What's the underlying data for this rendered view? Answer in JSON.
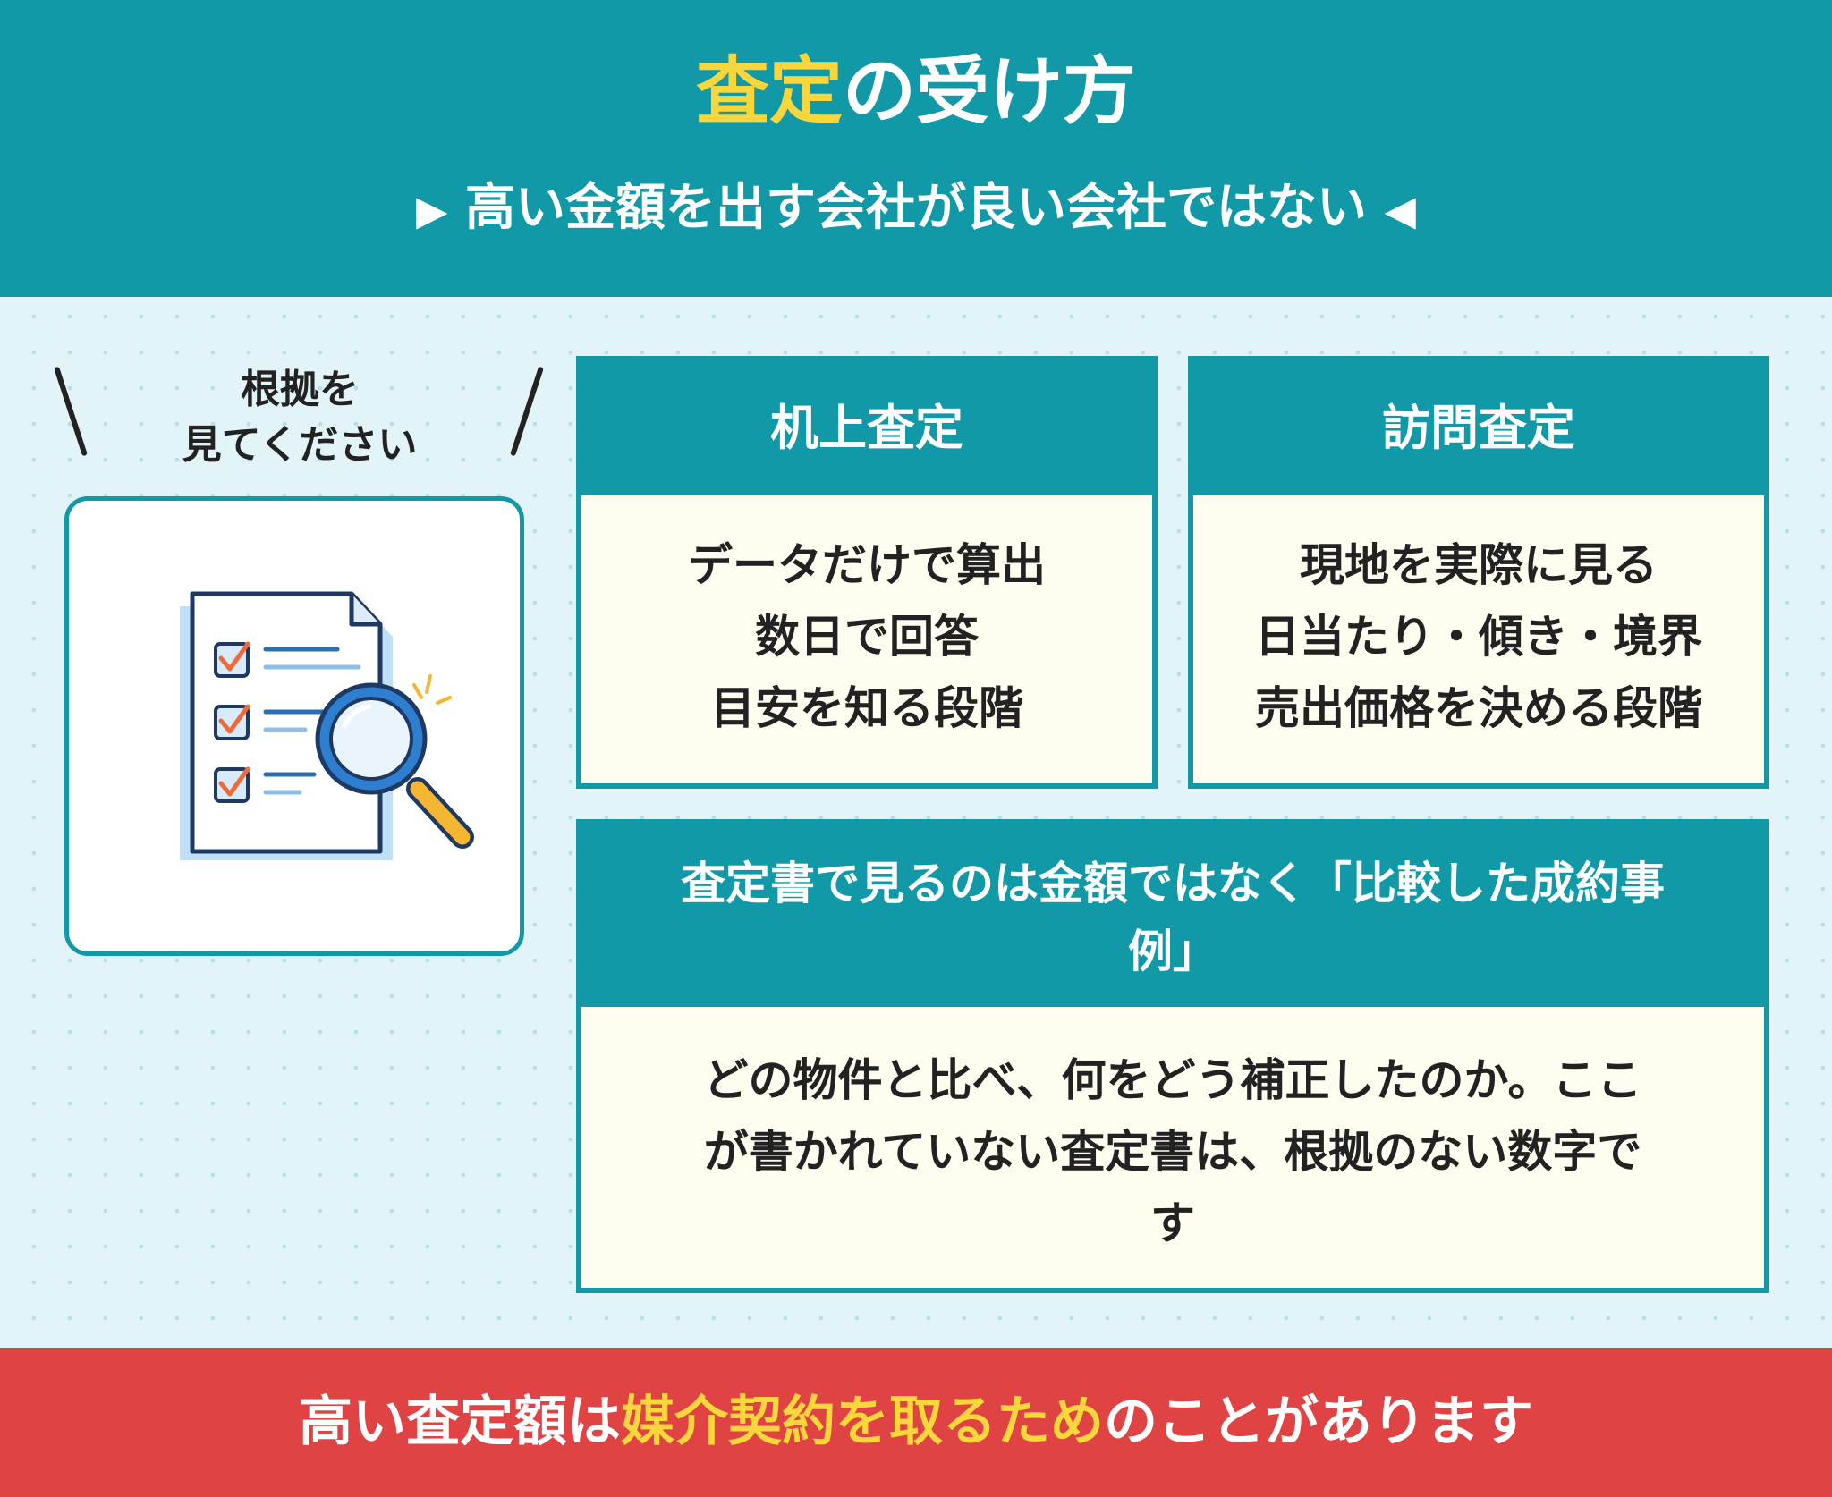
{
  "header": {
    "title_accent": "査定",
    "title_rest": "の受け方",
    "subtitle_left_mark": "▶",
    "subtitle": "高い金額を出す会社が良い会社ではない",
    "subtitle_right_mark": "◀"
  },
  "side": {
    "label_line1": "根拠を",
    "label_line2": "見てください",
    "illustration_icon": "document-magnifier-icon"
  },
  "cards": {
    "desk": {
      "title": "机上査定",
      "lines": [
        "データだけで算出",
        "数日で回答",
        "目安を知る段階"
      ]
    },
    "visit": {
      "title": "訪問査定",
      "lines": [
        "現地を実際に見る",
        "日当たり・傾き・境界",
        "売出価格を決める段階"
      ]
    },
    "report": {
      "title_line1": "査定書で見るのは金額ではなく「比較した成約事",
      "title_line2": "例」",
      "lines": [
        "どの物件と比べ、何をどう補正したのか。ここ",
        "が書かれていない査定書は、根拠のない数字で",
        "す"
      ]
    }
  },
  "footer": {
    "part1": "高い査定額は",
    "highlight": "媒介契約を取るため",
    "part2": "のことがあります"
  },
  "colors": {
    "teal": "#1199a8",
    "yellow": "#f9d63c",
    "red": "#e04343",
    "cream": "#fffdf0",
    "background": "#e3f4f8"
  }
}
